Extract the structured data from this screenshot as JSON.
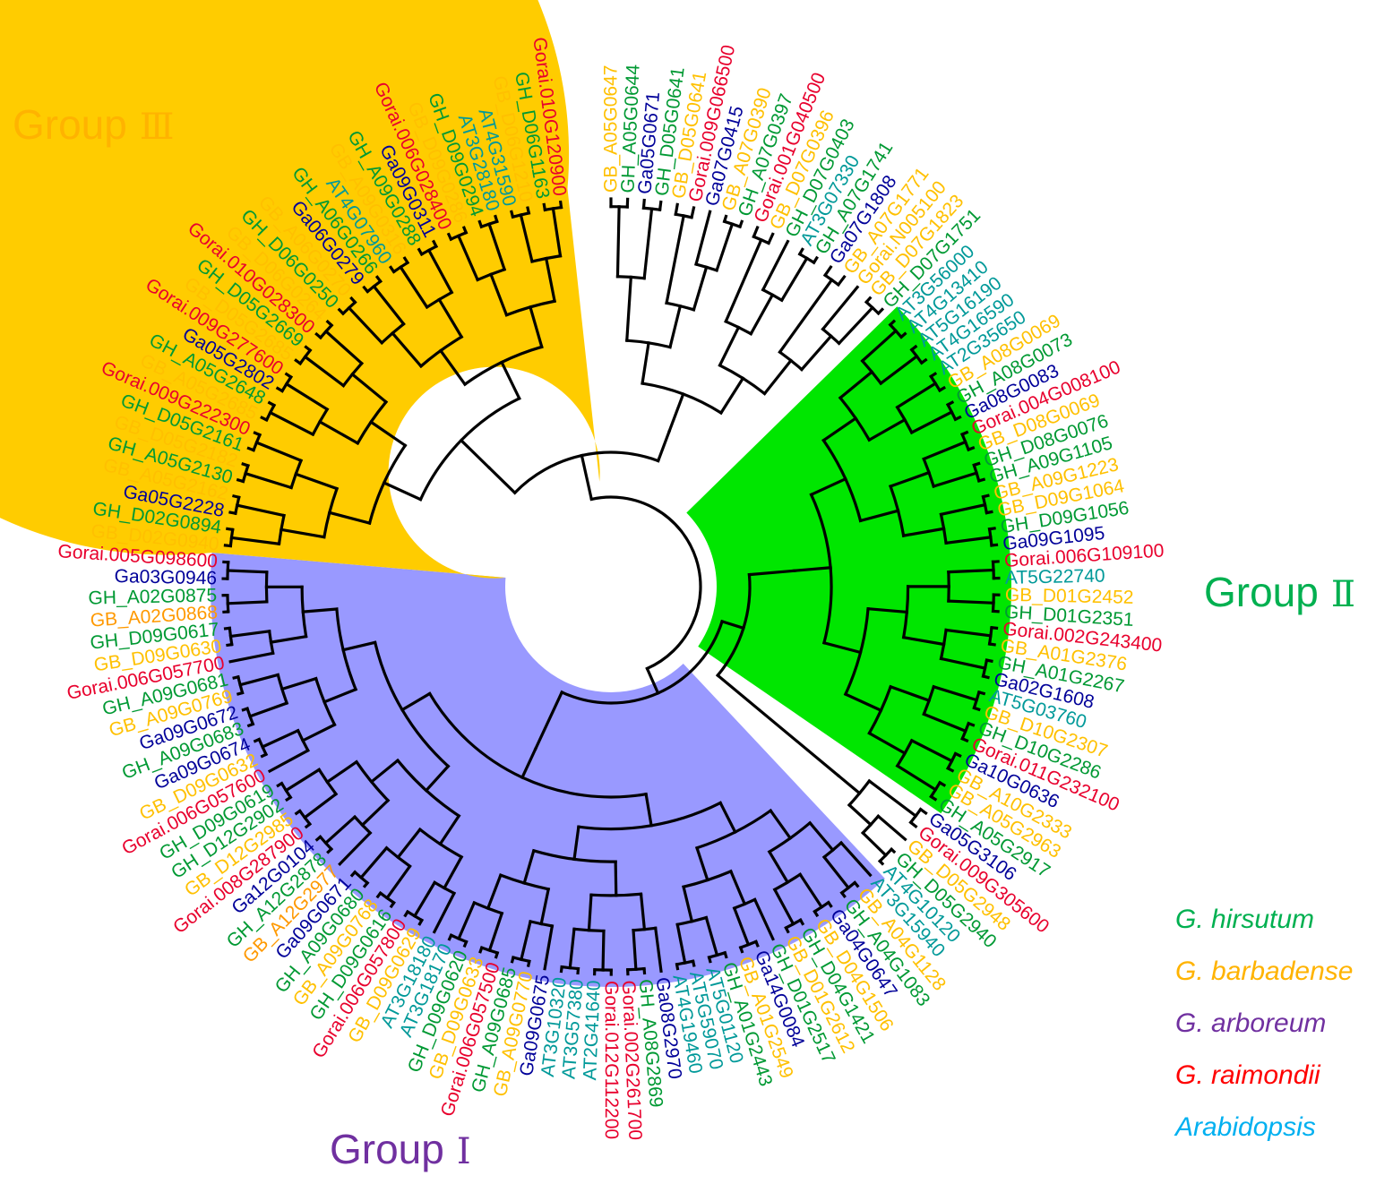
{
  "colors": {
    "G3": "#FFCC00",
    "G2": "#00E600",
    "G1": "#9999FF",
    "hirsutum": "#009933",
    "barbadense": "#FFC000",
    "arboreum": "#000099",
    "raimondii": "#E8002D",
    "arabidopsis": "#009999",
    "orange": "#FF9900"
  },
  "groups": [
    {
      "id": "g3",
      "name": "Group",
      "numeral": "Ⅲ",
      "color": "#FFB300"
    },
    {
      "id": "g2",
      "name": "Group",
      "numeral": "Ⅱ",
      "color": "#00B050"
    },
    {
      "id": "g1",
      "name": "Group",
      "numeral": "Ⅰ",
      "color": "#7030A0"
    }
  ],
  "legend": [
    {
      "label": "G. hirsutum",
      "color": "#00B050"
    },
    {
      "label": "G. barbadense",
      "color": "#FFB300"
    },
    {
      "label": "G. arboreum",
      "color": "#7030A0"
    },
    {
      "label": "G. raimondii",
      "color": "#FF0000"
    },
    {
      "label": "Arabidopsis",
      "color": "#00B0F0"
    }
  ],
  "leaves": [
    {
      "label": "GB_A05G0647",
      "sp": "barbadense"
    },
    {
      "label": "GH_A05G0644",
      "sp": "hirsutum"
    },
    {
      "label": "Ga05G0671",
      "sp": "arboreum"
    },
    {
      "label": "GH_D05G0641",
      "sp": "hirsutum"
    },
    {
      "label": "GB_D05G0641",
      "sp": "barbadense"
    },
    {
      "label": "Gorai.009G066500",
      "sp": "raimondii"
    },
    {
      "label": "Ga07G0415",
      "sp": "arboreum"
    },
    {
      "label": "GB_A07G0390",
      "sp": "barbadense"
    },
    {
      "label": "GH_A07G0397",
      "sp": "hirsutum"
    },
    {
      "label": "Gorai.001G040500",
      "sp": "raimondii"
    },
    {
      "label": "GB_D07G0396",
      "sp": "barbadense"
    },
    {
      "label": "GH_D07G0403",
      "sp": "hirsutum"
    },
    {
      "label": "AT3G07330",
      "sp": "arabidopsis"
    },
    {
      "label": "GH_A07G1741",
      "sp": "hirsutum"
    },
    {
      "label": "Ga07G1808",
      "sp": "arboreum"
    },
    {
      "label": "GB_A07G1771",
      "sp": "barbadense"
    },
    {
      "label": "Gorai.N005100",
      "sp": "barbadense"
    },
    {
      "label": "GB_D07G1823",
      "sp": "barbadense"
    },
    {
      "label": "GH_D07G1751",
      "sp": "hirsutum"
    },
    {
      "label": "AT3G56000",
      "sp": "arabidopsis"
    },
    {
      "label": "AT4G13410",
      "sp": "arabidopsis"
    },
    {
      "label": "AT5G16190",
      "sp": "arabidopsis"
    },
    {
      "label": "AT4G16590",
      "sp": "arabidopsis"
    },
    {
      "label": "AT2G35650",
      "sp": "arabidopsis"
    },
    {
      "label": "GB_A08G0069",
      "sp": "barbadense"
    },
    {
      "label": "GH_A08G0073",
      "sp": "hirsutum"
    },
    {
      "label": "Ga08G0083",
      "sp": "arboreum"
    },
    {
      "label": "Gorai.004G008100",
      "sp": "raimondii"
    },
    {
      "label": "GB_D08G0069",
      "sp": "barbadense"
    },
    {
      "label": "GH_D08G0076",
      "sp": "hirsutum"
    },
    {
      "label": "GH_A09G1105",
      "sp": "hirsutum"
    },
    {
      "label": "GB_A09G1223",
      "sp": "barbadense"
    },
    {
      "label": "GB_D09G1064",
      "sp": "barbadense"
    },
    {
      "label": "GH_D09G1056",
      "sp": "hirsutum"
    },
    {
      "label": "Ga09G1095",
      "sp": "arboreum"
    },
    {
      "label": "Gorai.006G109100",
      "sp": "raimondii"
    },
    {
      "label": "AT5G22740",
      "sp": "arabidopsis"
    },
    {
      "label": "GB_D01G2452",
      "sp": "barbadense"
    },
    {
      "label": "GH_D01G2351",
      "sp": "hirsutum"
    },
    {
      "label": "Gorai.002G243400",
      "sp": "raimondii"
    },
    {
      "label": "GB_A01G2376",
      "sp": "barbadense"
    },
    {
      "label": "GH_A01G2267",
      "sp": "hirsutum"
    },
    {
      "label": "Ga02G1608",
      "sp": "arboreum"
    },
    {
      "label": "AT5G03760",
      "sp": "arabidopsis"
    },
    {
      "label": "GB_D10G2307",
      "sp": "barbadense"
    },
    {
      "label": "GH_D10G2286",
      "sp": "hirsutum"
    },
    {
      "label": "Gorai.011G232100",
      "sp": "raimondii"
    },
    {
      "label": "Ga10G0636",
      "sp": "arboreum"
    },
    {
      "label": "GB_A10G2333",
      "sp": "barbadense"
    },
    {
      "label": "GB_A05G2963",
      "sp": "barbadense"
    },
    {
      "label": "GH_A05G2917",
      "sp": "hirsutum"
    },
    {
      "label": "Ga05G3106",
      "sp": "arboreum"
    },
    {
      "label": "Gorai.009G305600",
      "sp": "raimondii"
    },
    {
      "label": "GB_D05G2948",
      "sp": "barbadense"
    },
    {
      "label": "GH_D05G2940",
      "sp": "hirsutum"
    },
    {
      "label": "AT4G10120",
      "sp": "arabidopsis"
    },
    {
      "label": "AT3G15940",
      "sp": "arabidopsis"
    },
    {
      "label": "GB_A04G1128",
      "sp": "barbadense"
    },
    {
      "label": "GH_A04G1083",
      "sp": "hirsutum"
    },
    {
      "label": "Ga04G0647",
      "sp": "arboreum"
    },
    {
      "label": "GB_D04G1506",
      "sp": "barbadense"
    },
    {
      "label": "GH_D04G1421",
      "sp": "hirsutum"
    },
    {
      "label": "GB_D01G2612",
      "sp": "barbadense"
    },
    {
      "label": "GH_D01G2517",
      "sp": "hirsutum"
    },
    {
      "label": "Ga14G0084",
      "sp": "arboreum"
    },
    {
      "label": "GB_A01G2549",
      "sp": "barbadense"
    },
    {
      "label": "GH_A01G2443",
      "sp": "hirsutum"
    },
    {
      "label": "AT5G01120",
      "sp": "arabidopsis"
    },
    {
      "label": "AT5G59070",
      "sp": "arabidopsis"
    },
    {
      "label": "AT4G19460",
      "sp": "arabidopsis"
    },
    {
      "label": "Ga08G2970",
      "sp": "arboreum"
    },
    {
      "label": "GH_A08G2869",
      "sp": "hirsutum"
    },
    {
      "label": "Gorai.002G261700",
      "sp": "raimondii"
    },
    {
      "label": "Gorai.012G112200",
      "sp": "raimondii"
    },
    {
      "label": "AT2G41640",
      "sp": "arabidopsis"
    },
    {
      "label": "AT3G57380",
      "sp": "arabidopsis"
    },
    {
      "label": "AT3G10320",
      "sp": "arabidopsis"
    },
    {
      "label": "Ga09G0675",
      "sp": "arboreum"
    },
    {
      "label": "GB_A09G0770",
      "sp": "barbadense"
    },
    {
      "label": "GH_A09G0685",
      "sp": "hirsutum"
    },
    {
      "label": "Gorai.006G057500",
      "sp": "raimondii"
    },
    {
      "label": "GB_D09G0633",
      "sp": "barbadense"
    },
    {
      "label": "GH_D09G0620",
      "sp": "hirsutum"
    },
    {
      "label": "AT3G18170",
      "sp": "arabidopsis"
    },
    {
      "label": "AT3G18180",
      "sp": "arabidopsis"
    },
    {
      "label": "GB_D09G0629",
      "sp": "barbadense"
    },
    {
      "label": "Gorai.006G057800",
      "sp": "raimondii"
    },
    {
      "label": "GH_D09G0616",
      "sp": "hirsutum"
    },
    {
      "label": "GB_A09G0768",
      "sp": "barbadense"
    },
    {
      "label": "GH_A09G0680",
      "sp": "hirsutum"
    },
    {
      "label": "Ga09G0671",
      "sp": "arboreum"
    },
    {
      "label": "GB_A12G2977",
      "sp": "orange"
    },
    {
      "label": "GH_A12G2878",
      "sp": "hirsutum"
    },
    {
      "label": "Ga12G0104",
      "sp": "arboreum"
    },
    {
      "label": "Gorai.008G287900",
      "sp": "raimondii"
    },
    {
      "label": "GB_D12G2985",
      "sp": "barbadense"
    },
    {
      "label": "GH_D12G2902",
      "sp": "hirsutum"
    },
    {
      "label": "GH_D09G0619",
      "sp": "hirsutum"
    },
    {
      "label": "Gorai.006G057600",
      "sp": "raimondii"
    },
    {
      "label": "GB_D09G0632",
      "sp": "barbadense"
    },
    {
      "label": "Ga09G0674",
      "sp": "arboreum"
    },
    {
      "label": "GH_A09G0683",
      "sp": "hirsutum"
    },
    {
      "label": "Ga09G0672",
      "sp": "arboreum"
    },
    {
      "label": "GB_A09G0769",
      "sp": "barbadense"
    },
    {
      "label": "GH_A09G0681",
      "sp": "hirsutum"
    },
    {
      "label": "Gorai.006G057700",
      "sp": "raimondii"
    },
    {
      "label": "GB_D09G0630",
      "sp": "barbadense"
    },
    {
      "label": "GH_D09G0617",
      "sp": "hirsutum"
    },
    {
      "label": "GB_A02G0868",
      "sp": "orange"
    },
    {
      "label": "GH_A02G0875",
      "sp": "hirsutum"
    },
    {
      "label": "Ga03G0946",
      "sp": "arboreum"
    },
    {
      "label": "Gorai.005G098600",
      "sp": "raimondii"
    },
    {
      "label": "GB_D02G0940",
      "sp": "barbadense"
    },
    {
      "label": "GH_D02G0894",
      "sp": "hirsutum"
    },
    {
      "label": "Ga05G2228",
      "sp": "arboreum"
    },
    {
      "label": "GB_A05G2162",
      "sp": "barbadense"
    },
    {
      "label": "GH_A05G2130",
      "sp": "hirsutum"
    },
    {
      "label": "GB_D05G2182",
      "sp": "barbadense"
    },
    {
      "label": "GH_D05G2161",
      "sp": "hirsutum"
    },
    {
      "label": "Gorai.009G222300",
      "sp": "raimondii"
    },
    {
      "label": "GB_A05G2685",
      "sp": "barbadense"
    },
    {
      "label": "GH_A05G2648",
      "sp": "hirsutum"
    },
    {
      "label": "Ga05G2802",
      "sp": "arboreum"
    },
    {
      "label": "Gorai.009G277600",
      "sp": "raimondii"
    },
    {
      "label": "GB_D05G2685",
      "sp": "barbadense"
    },
    {
      "label": "GH_D05G2669",
      "sp": "hirsutum"
    },
    {
      "label": "Gorai.010G028300",
      "sp": "raimondii"
    },
    {
      "label": "GB_D06G0264",
      "sp": "barbadense"
    },
    {
      "label": "GH_D06G0250",
      "sp": "hirsutum"
    },
    {
      "label": "GB_A06G0270",
      "sp": "barbadense"
    },
    {
      "label": "Ga06G0279",
      "sp": "arboreum"
    },
    {
      "label": "GH_A06G0266",
      "sp": "hirsutum"
    },
    {
      "label": "AT4G07960",
      "sp": "arabidopsis"
    },
    {
      "label": "GB_A09G0316",
      "sp": "barbadense"
    },
    {
      "label": "GH_A09G0288",
      "sp": "hirsutum"
    },
    {
      "label": "Ga09G0311",
      "sp": "arboreum"
    },
    {
      "label": "Gorai.006G028400",
      "sp": "raimondii"
    },
    {
      "label": "GB_D09G0286",
      "sp": "barbadense"
    },
    {
      "label": "GH_D09G0294",
      "sp": "hirsutum"
    },
    {
      "label": "AT3G28180",
      "sp": "arabidopsis"
    },
    {
      "label": "AT4G31590",
      "sp": "arabidopsis"
    },
    {
      "label": "GB_D06G1210",
      "sp": "barbadense"
    },
    {
      "label": "GH_D06G1163",
      "sp": "hirsutum"
    },
    {
      "label": "Gorai.010G120900",
      "sp": "raimondii"
    }
  ]
}
